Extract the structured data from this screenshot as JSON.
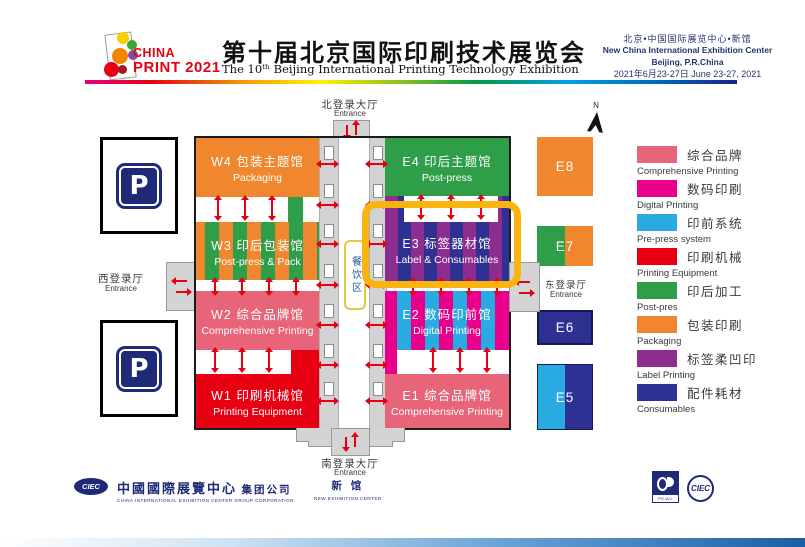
{
  "header": {
    "logo": {
      "line1": "CHINA",
      "line2": "PRINT 2021"
    },
    "title_cn": "第十届北京国际印刷技术展览会",
    "title_en": "The 10ᵗʰ Beijing International Printing Technology Exhibition",
    "venue_cn": "北京•中国国际展览中心•新馆",
    "venue_en": "New China International Exhibition Center",
    "venue_city": "Beijing, P.R.China",
    "dates": "2021年6月23-27日 June 23-27, 2021"
  },
  "map": {
    "compass_label": "N",
    "parking_label": "P",
    "dining_label": "餐饮区",
    "entrances": {
      "north": {
        "cn": "北登录大厅",
        "en": "Entrance"
      },
      "south": {
        "cn": "南登录大厅",
        "en": "Entrance"
      },
      "west": {
        "cn": "西登录厅",
        "en": "Entrance"
      },
      "east": {
        "cn": "东登录厅",
        "en": "Entrance"
      }
    },
    "halls_west": [
      {
        "id": "W4",
        "cn": "W4 包装主题馆",
        "en": "Packaging"
      },
      {
        "id": "W3",
        "cn": "W3 印后包装馆",
        "en": "Post-press & Pack"
      },
      {
        "id": "W2",
        "cn": "W2 综合品牌馆",
        "en": "Comprehensive Printing"
      },
      {
        "id": "W1",
        "cn": "W1 印刷机械馆",
        "en": "Printing Equipment"
      }
    ],
    "halls_east": [
      {
        "id": "E4",
        "cn": "E4 印后主题馆",
        "en": "Post-press"
      },
      {
        "id": "E3",
        "cn": "E3 标签器材馆",
        "en": "Label & Consumables"
      },
      {
        "id": "E2",
        "cn": "E2 数码印前馆",
        "en": "Digital Printing"
      },
      {
        "id": "E1",
        "cn": "E1 综合品牌馆",
        "en": "Comprehensive Printing"
      }
    ],
    "halls_outer": [
      {
        "label": "E8"
      },
      {
        "label": "E7"
      },
      {
        "label": "E6"
      },
      {
        "label": "E5"
      }
    ]
  },
  "legend": {
    "items": [
      {
        "cn": "综合品牌",
        "en": "Comprehensive Printing",
        "color": "#e76479"
      },
      {
        "cn": "数码印刷",
        "en": "Digital Printing",
        "color": "#e8008c"
      },
      {
        "cn": "印前系统",
        "en": "Pre-press system",
        "color": "#29abe2"
      },
      {
        "cn": "印刷机械",
        "en": "Printing Equipment",
        "color": "#e60012"
      },
      {
        "cn": "印后加工",
        "en": "Post-pres",
        "color": "#2f9e49"
      },
      {
        "cn": "包装印刷",
        "en": "Packaging",
        "color": "#f0862e"
      },
      {
        "cn": "标签柔凹印",
        "en": "Label Printing",
        "color": "#8e2d90"
      },
      {
        "cn": "配件耗材",
        "en": "Consumables",
        "color": "#2e3192"
      }
    ]
  },
  "footer": {
    "ciec_oval": "CIEC",
    "group_cn": "中國國際展覽中心",
    "group_suffix": "集团公司",
    "group_en": "CHINA INTERNATIONAL EXHIBITION CENTER GROUP CORPORATION",
    "new_cn": "新 馆",
    "new_en": "NEW EXHIBITION CENTER",
    "peiac": "PEIAC",
    "ciec_round": "CIEC"
  },
  "colors": {
    "orange": "#f0862e",
    "green": "#2f9e49",
    "rose": "#e76479",
    "red": "#e60012",
    "magenta": "#e8008c",
    "lightblue": "#29abe2",
    "purple": "#8e2d90",
    "navy": "#2e3192",
    "navy_dark_border": "#141a5e",
    "gray": "#d2d2d2",
    "gold_highlight": "#f9b410",
    "gold_dining": "#e3c93f",
    "parking_navy": "#1e2a78",
    "header_navy": "#24356e",
    "arrow_red": "#e60012"
  }
}
